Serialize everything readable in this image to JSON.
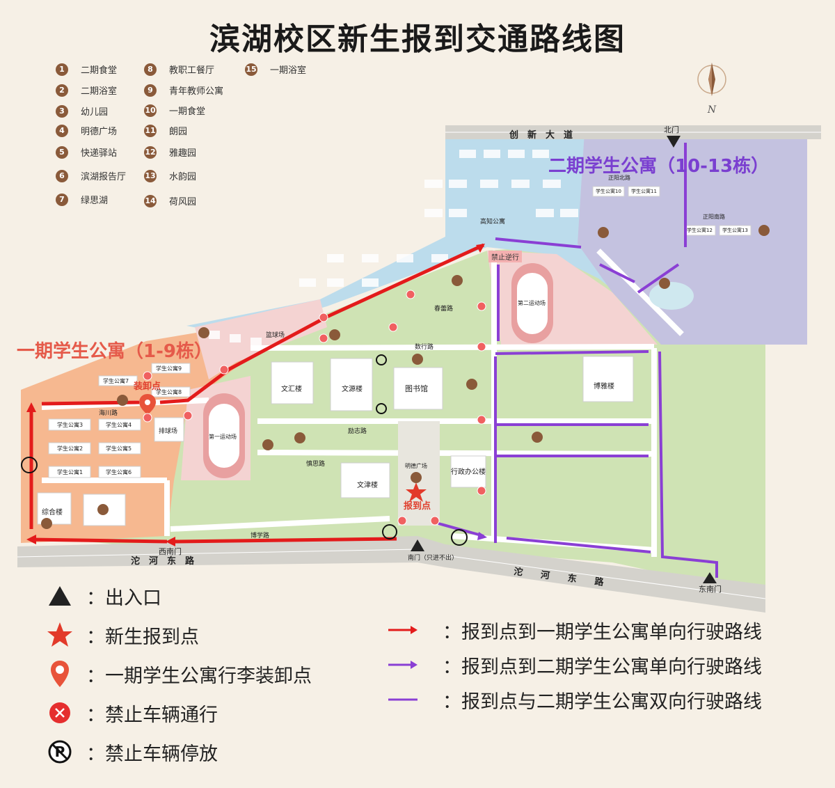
{
  "title": "滨湖校区新生报到交通路线图",
  "compass": {
    "label": "N"
  },
  "poi_list": [
    {
      "num": "1",
      "label": "二期食堂"
    },
    {
      "num": "2",
      "label": "二期浴室"
    },
    {
      "num": "3",
      "label": "幼儿园"
    },
    {
      "num": "4",
      "label": "明德广场"
    },
    {
      "num": "5",
      "label": "快递驿站"
    },
    {
      "num": "6",
      "label": "滨湖报告厅"
    },
    {
      "num": "7",
      "label": "绿思湖"
    },
    {
      "num": "8",
      "label": "教职工餐厅"
    },
    {
      "num": "9",
      "label": "青年教师公寓"
    },
    {
      "num": "10",
      "label": "一期食堂"
    },
    {
      "num": "11",
      "label": "朗园"
    },
    {
      "num": "12",
      "label": "雅趣园"
    },
    {
      "num": "13",
      "label": "水韵园"
    },
    {
      "num": "14",
      "label": "荷风园"
    },
    {
      "num": "15",
      "label": "一期浴室"
    }
  ],
  "map_labels": {
    "dorm1": "一期学生公寓（1-9栋）",
    "dorm2": "二期学生公寓（10-13栋）",
    "unload": "装卸点",
    "report": "报到点",
    "road_north": "创　新　大　道",
    "road_south_w": "沱　河　东　路",
    "road_south_e": "沱　　河　　东　　路",
    "gate_north": "北门",
    "gate_south": "南门（只进不出）",
    "gate_sw": "西南门",
    "gate_se": "东南门",
    "no_entry": "禁止逆行",
    "library": "图书馆",
    "wenhui": "文汇楼",
    "wenyuan": "文源楼",
    "wenjin": "文津楼",
    "admin": "行政办公楼",
    "boya": "博雅楼",
    "zonghe": "综合楼",
    "paiqiu": "排球场",
    "lanqiu": "篮球场",
    "field1": "第一运动场",
    "field2": "第二运动场",
    "mingde_sq": "明德广场",
    "gaozhi": "高知公寓",
    "haichuan": "海川路",
    "boxue": "博学路",
    "shuxing": "数行路",
    "lizhi": "励志路",
    "shensi": "慎思路",
    "chunlei": "春蕾路",
    "zhengyang": "正阳北路",
    "zhengyang_s": "正阳南路",
    "dorm_labels": [
      "学生公寓1",
      "学生公寓2",
      "学生公寓3",
      "学生公寓4",
      "学生公寓5",
      "学生公寓6",
      "学生公寓7",
      "学生公寓8",
      "学生公寓9",
      "学生公寓10",
      "学生公寓11",
      "学生公寓12",
      "学生公寓13"
    ]
  },
  "legend_left": [
    {
      "icon": "entrance-triangle-icon",
      "label": "：出入口"
    },
    {
      "icon": "star-icon",
      "label": "：新生报到点"
    },
    {
      "icon": "location-pin-icon",
      "label": "：一期学生公寓行李装卸点"
    },
    {
      "icon": "no-entry-icon",
      "label": "：禁止车辆通行"
    },
    {
      "icon": "no-parking-icon",
      "label": "：禁止车辆停放"
    }
  ],
  "legend_right": [
    {
      "icon": "red-arrow-icon",
      "label": "：报到点到一期学生公寓单向行驶路线"
    },
    {
      "icon": "purple-arrow-icon",
      "label": "：报到点到二期学生公寓单向行驶路线"
    },
    {
      "icon": "purple-line-icon",
      "label": "：报到点与二期学生公寓双向行驶路线"
    }
  ],
  "colors": {
    "green_zone": "#cfe3b4",
    "blue_zone": "#bcdcec",
    "orange_zone": "#f6b890",
    "pink_zone": "#f4d3d2",
    "purple_zone": "#c4c2e0",
    "red_route": "#e31b1b",
    "purple_route": "#8a3fd4",
    "road": "#d4d2cc"
  }
}
